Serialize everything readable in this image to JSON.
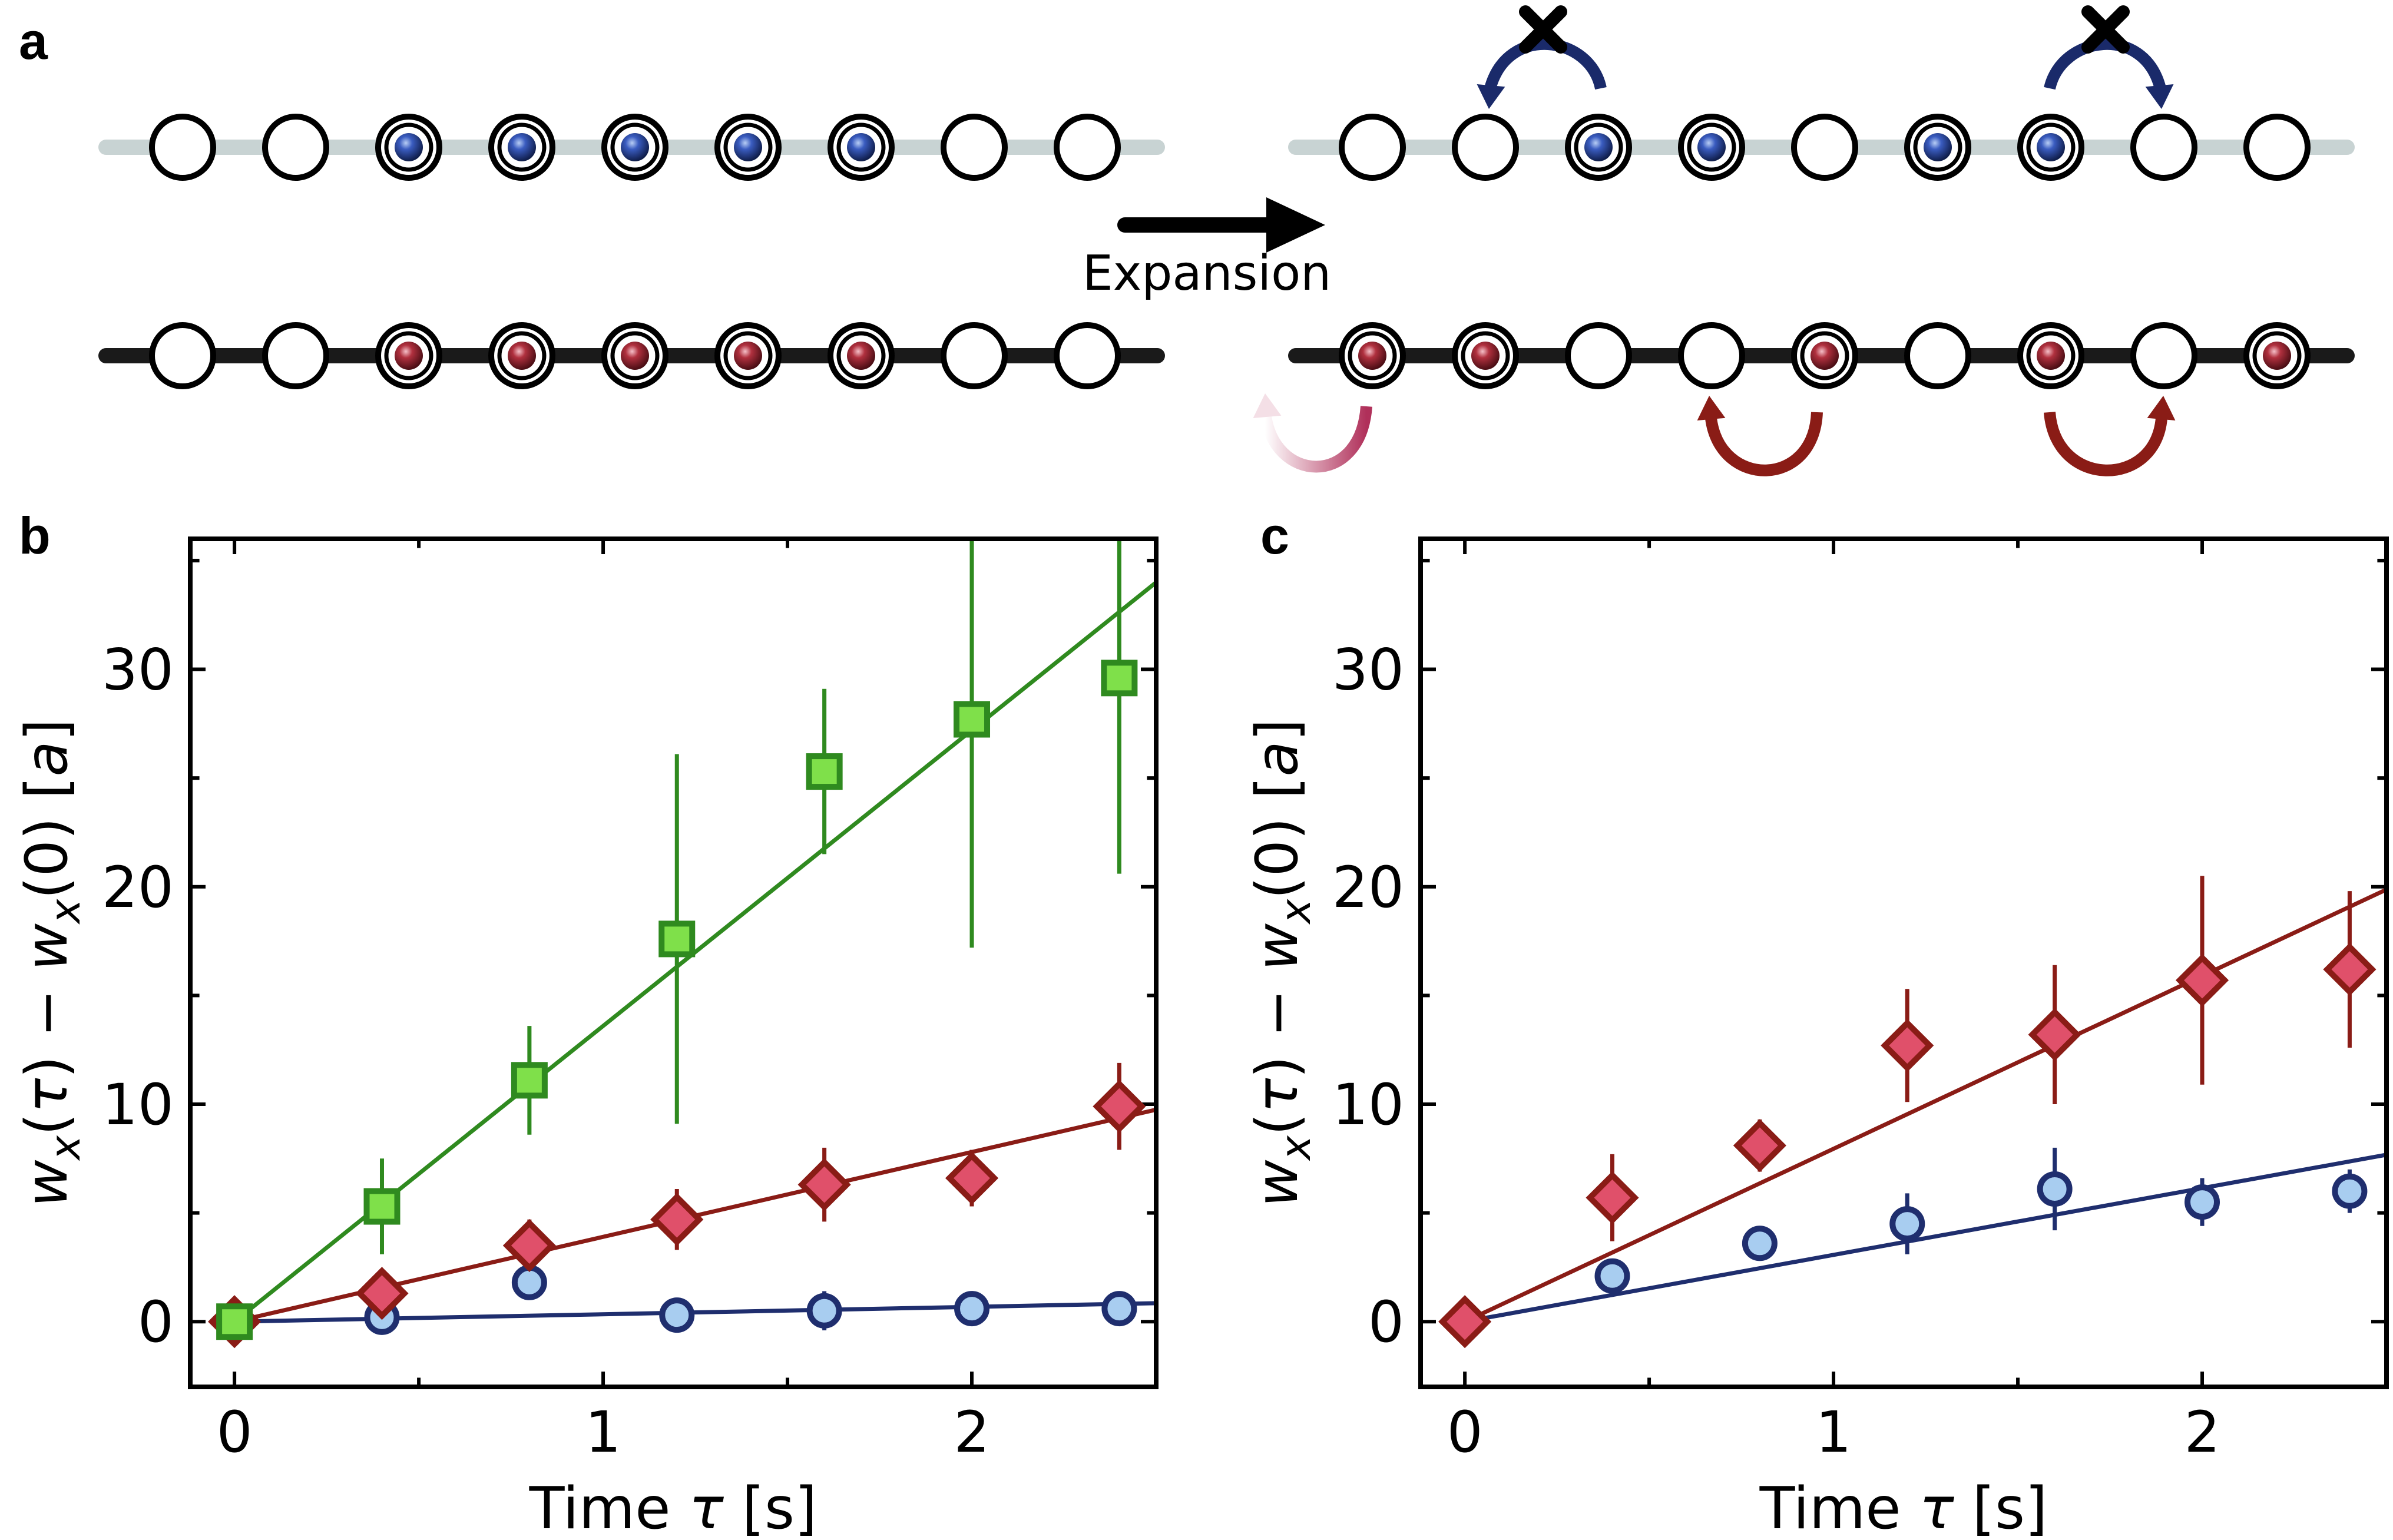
{
  "figure": {
    "panel_labels": [
      "a",
      "b",
      "c"
    ],
    "expansion_label": "Expansion"
  },
  "colors": {
    "blue_line": "#1f2e6e",
    "blue_fill": "#a8cdf0",
    "red_line": "#8a1c16",
    "red_fill": "#e0506a",
    "green_line": "#2f8a1f",
    "green_fill": "#7fe04a",
    "lattice_light": "#c8d3d3",
    "lattice_dark": "#1a1a1a",
    "atom_blue": "#1f3a8a",
    "atom_red": "#7a1a22",
    "arrow_blue": "#1a2a6a",
    "arrow_red": "#8a1c16"
  },
  "chart_data": [
    {
      "panel": "b",
      "type": "scatter",
      "xlabel": "Time τ [s]",
      "ylabel": "wx(τ) − wx(0) [a]",
      "xlim": [
        -0.12,
        2.5
      ],
      "ylim": [
        -3,
        36
      ],
      "xticks": [
        0,
        1,
        2
      ],
      "yticks": [
        0,
        10,
        20,
        30
      ],
      "grid": false,
      "series": [
        {
          "marker": "square",
          "color": "green",
          "x": [
            0,
            0.4,
            0.8,
            1.2,
            1.6,
            2.0,
            2.4
          ],
          "y": [
            0,
            5.3,
            11.1,
            17.6,
            25.3,
            27.7,
            29.6
          ],
          "yerr": [
            0.4,
            2.2,
            2.5,
            8.5,
            3.8,
            10.5,
            9.0
          ],
          "fit_slope": 13.6
        },
        {
          "marker": "diamond",
          "color": "red",
          "x": [
            0,
            0.4,
            0.8,
            1.2,
            1.6,
            2.0,
            2.4
          ],
          "y": [
            0,
            1.3,
            3.5,
            4.7,
            6.3,
            6.6,
            9.9
          ],
          "yerr": [
            0.3,
            0.8,
            1.2,
            1.4,
            1.7,
            1.3,
            2.0
          ],
          "fit_slope": 3.9
        },
        {
          "marker": "circle",
          "color": "blue",
          "x": [
            0,
            0.4,
            0.8,
            1.2,
            1.6,
            2.0,
            2.4
          ],
          "y": [
            0,
            0.2,
            1.8,
            0.3,
            0.5,
            0.6,
            0.6
          ],
          "yerr": [
            0.2,
            0.5,
            0.7,
            0.5,
            0.9,
            0.6,
            0.5
          ],
          "fit_slope": 0.34
        }
      ]
    },
    {
      "panel": "c",
      "type": "scatter",
      "xlabel": "Time τ [s]",
      "ylabel": "wx(τ) − wx(0) [a]",
      "xlim": [
        -0.12,
        2.5
      ],
      "ylim": [
        -3,
        36
      ],
      "xticks": [
        0,
        1,
        2
      ],
      "yticks": [
        0,
        10,
        20,
        30
      ],
      "grid": false,
      "series": [
        {
          "marker": "diamond",
          "color": "red",
          "x": [
            0,
            0.4,
            0.8,
            1.2,
            1.6,
            2.0,
            2.4
          ],
          "y": [
            0,
            5.7,
            8.1,
            12.7,
            13.2,
            15.7,
            16.2
          ],
          "yerr": [
            0.3,
            2.0,
            1.2,
            2.6,
            3.2,
            4.8,
            3.6
          ],
          "fit_slope": 7.95
        },
        {
          "marker": "circle",
          "color": "blue",
          "x": [
            0,
            0.4,
            0.8,
            1.2,
            1.6,
            2.0,
            2.4
          ],
          "y": [
            0,
            2.1,
            3.6,
            4.5,
            6.1,
            5.5,
            6.0
          ],
          "yerr": [
            0.2,
            0.5,
            0.6,
            1.4,
            1.9,
            1.1,
            1.0
          ],
          "fit_slope": 3.07
        }
      ]
    }
  ],
  "schematic": {
    "left_top": [
      "empty",
      "empty",
      "atom",
      "atom",
      "atom",
      "atom",
      "atom",
      "empty",
      "empty"
    ],
    "left_bottom": [
      "empty",
      "empty",
      "atom",
      "atom",
      "atom",
      "atom",
      "atom",
      "empty",
      "empty"
    ],
    "right_top": [
      "empty",
      "empty",
      "atom",
      "atom",
      "empty",
      "atom",
      "atom",
      "empty",
      "empty"
    ],
    "right_bottom": [
      "atom",
      "atom",
      "empty",
      "empty",
      "atom",
      "empty",
      "atom",
      "empty",
      "atom"
    ]
  }
}
